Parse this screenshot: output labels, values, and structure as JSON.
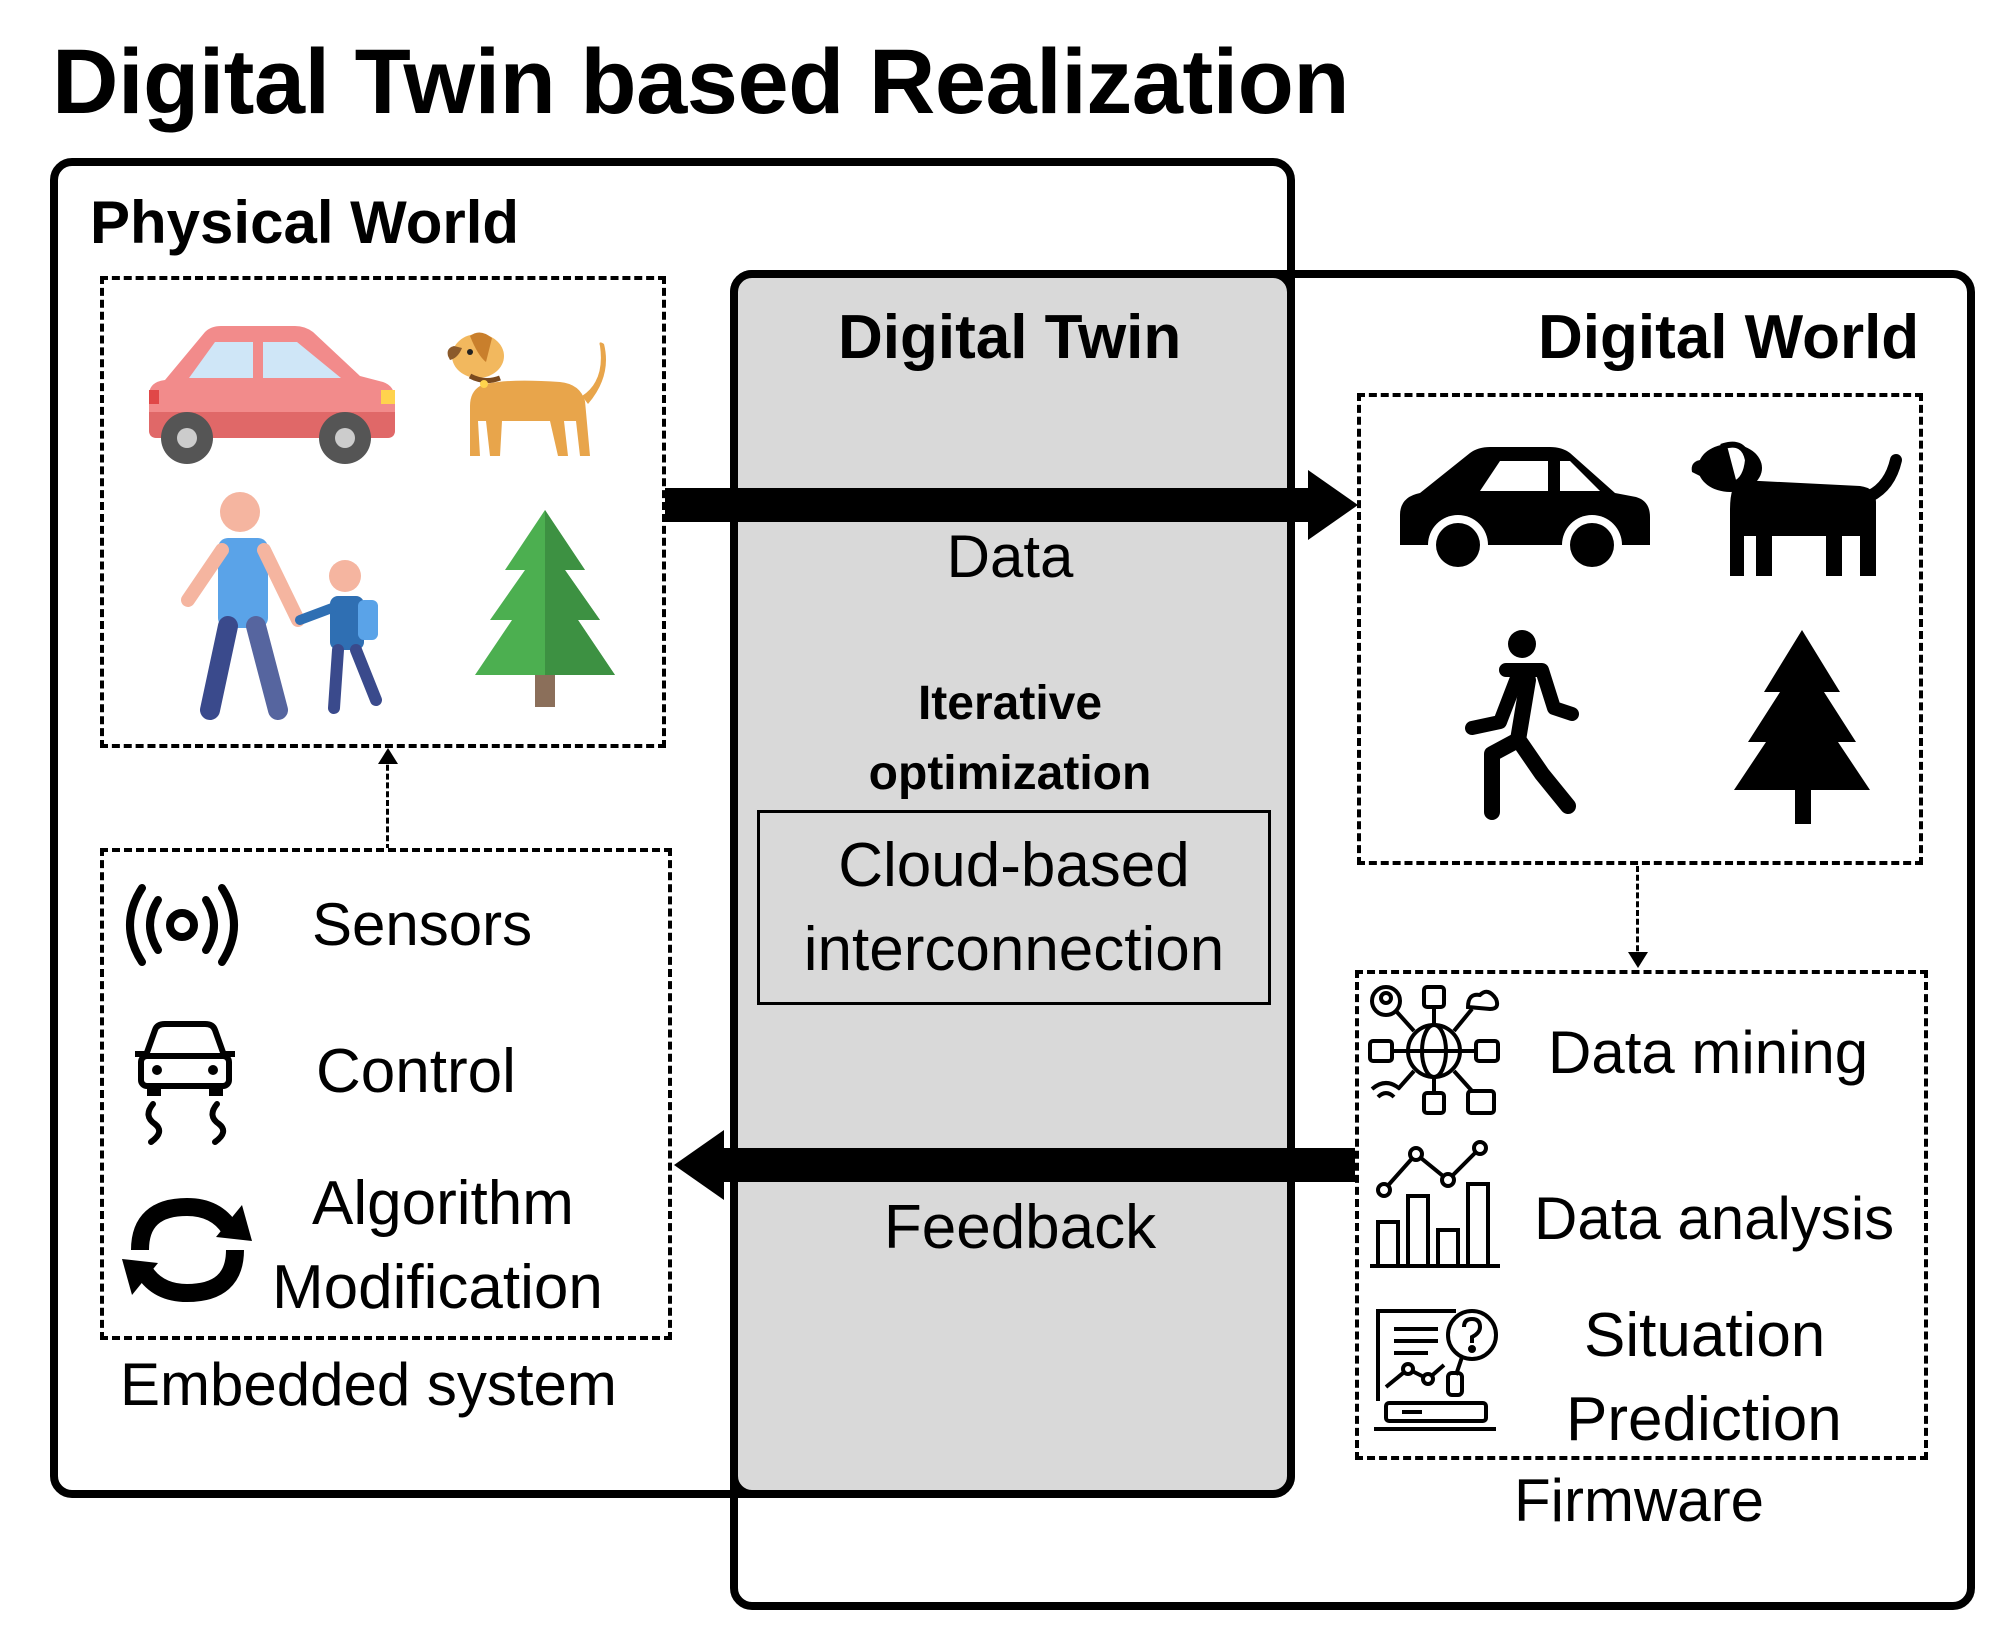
{
  "title": "Digital Twin based Realization",
  "physical_world": {
    "label": "Physical World",
    "embedded_label": "Embedded system",
    "items": [
      {
        "icon": "signal-waves-icon",
        "label": "Sensors"
      },
      {
        "icon": "car-skid-icon",
        "label": "Control"
      },
      {
        "icon": "sync-arrows-icon",
        "label_line1": "Algorithm",
        "label_line2": "Modification"
      }
    ],
    "entities": [
      "car",
      "dog",
      "adult-with-child",
      "tree"
    ]
  },
  "digital_twin": {
    "label": "Digital Twin",
    "data_label": "Data",
    "optimization_line1": "Iterative",
    "optimization_line2": "optimization",
    "cloud_line1": "Cloud-based",
    "cloud_line2": "interconnection",
    "feedback_label": "Feedback"
  },
  "digital_world": {
    "label": "Digital World",
    "firmware_label": "Firmware",
    "items": [
      {
        "icon": "data-mining-icon",
        "label": "Data mining"
      },
      {
        "icon": "bar-line-chart-icon",
        "label": "Data analysis"
      },
      {
        "icon": "report-search-icon",
        "label_line1": "Situation",
        "label_line2": "Prediction"
      }
    ],
    "entities": [
      "car",
      "dog",
      "pedestrian",
      "tree"
    ]
  },
  "colors": {
    "twin_band": "#d9d9d9",
    "car": "#f28b8b",
    "dog": "#e8a54b",
    "tree": "#4caf50",
    "adult_shirt": "#5aa3e8",
    "child_shirt": "#2f6fb3",
    "pants": "#3a4a8c"
  }
}
